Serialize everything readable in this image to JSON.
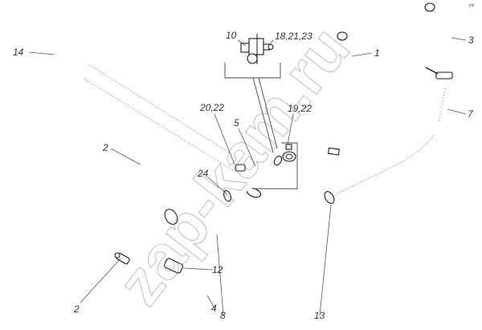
{
  "diagram": {
    "title": "Hose and pipe assembly exploded view",
    "corner_mark": "r=",
    "watermark": "zap-kam.ru",
    "colors": {
      "line": "#1a1a1a",
      "leader": "#555555",
      "label": "#333333",
      "watermark": "#888888"
    },
    "callouts": {
      "c14": "14",
      "c10": "10",
      "c18_21_23": "18,21,23",
      "c1": "1",
      "c3": "3",
      "c7": "7",
      "c20_22": "20,22",
      "c19_22": "19,22",
      "c5": "5",
      "c2_top": "2",
      "c24": "24",
      "c12": "12",
      "c2_bottom": "2",
      "c4": "4",
      "c8": "8",
      "c13": "13"
    }
  }
}
